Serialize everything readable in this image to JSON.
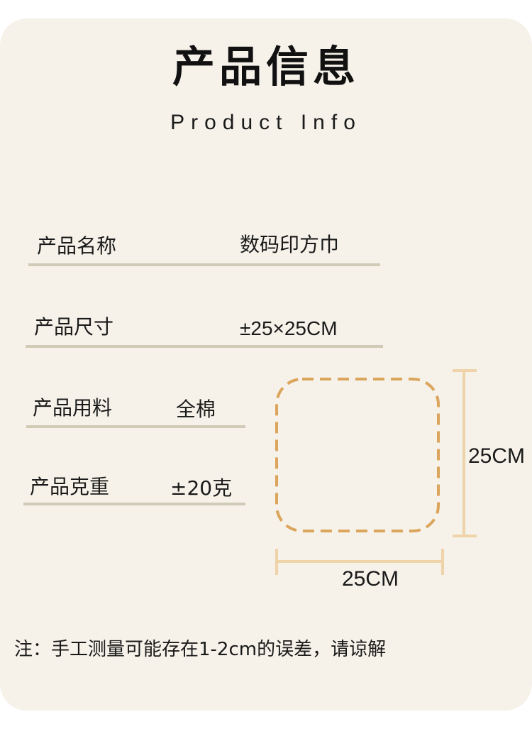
{
  "header": {
    "title": "产品信息",
    "subtitle": "Product Info"
  },
  "specs": [
    {
      "label": "产品名称",
      "value": "数码印方巾"
    },
    {
      "label": "产品尺寸",
      "value": "±25×25CM"
    },
    {
      "label": "产品用料",
      "value": "全棉"
    },
    {
      "label": "产品克重",
      "value": "±20克"
    }
  ],
  "diagram": {
    "height_label": "25CM",
    "width_label": "25CM",
    "outline_color": "#dba55c",
    "dimension_line_color": "#efd3a9"
  },
  "note": "注：手工测量可能存在1-2cm的误差，请谅解",
  "colors": {
    "background": "#f6f2ea",
    "divider": "#cfcbb6"
  }
}
